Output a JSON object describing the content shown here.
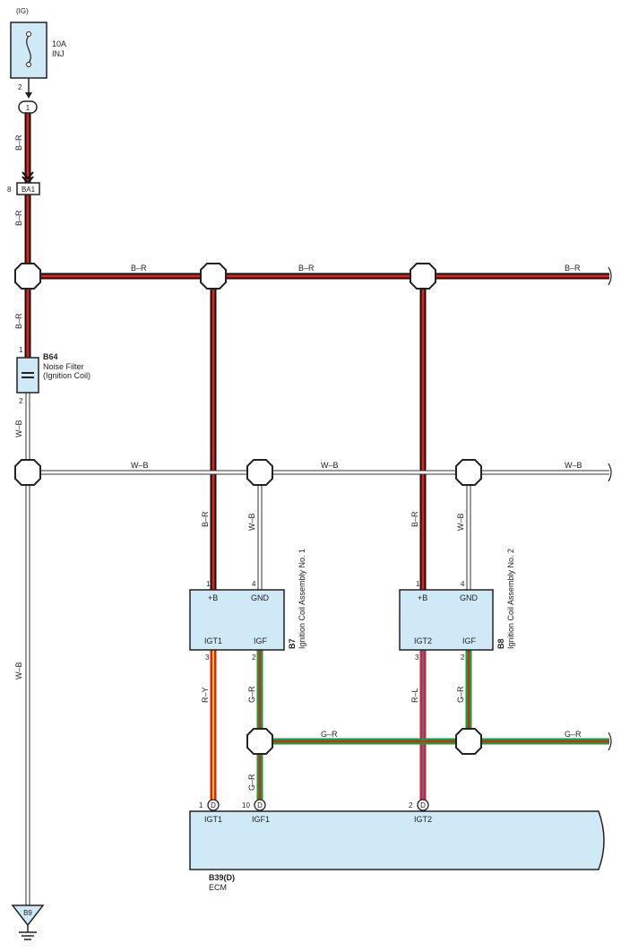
{
  "colors": {
    "box_fill": "#cfe9f7",
    "outline": "#222222",
    "black": "#111111",
    "red": "#e0201b",
    "white": "#ffffff",
    "yellow": "#f5d400",
    "green": "#1a9a3a",
    "blue": "#3a6fd8"
  },
  "source": {
    "label": "(IG)"
  },
  "fuse": {
    "rating": "10A",
    "name": "INJ",
    "pin": "2"
  },
  "connector_1": {
    "label": "1"
  },
  "ba1": {
    "pin": "8",
    "label": "BA1"
  },
  "noise_filter": {
    "code": "B64",
    "name": "Noise Filter",
    "subname": "(Ignition Coil)",
    "pin_top": "1",
    "pin_bottom": "2"
  },
  "wires": {
    "br": "B–R",
    "wb": "W–B",
    "ry": "R–Y",
    "gr": "G–R",
    "rl": "R–L"
  },
  "coil1": {
    "code": "B7",
    "name": "Ignition Coil Assembly No. 1",
    "pin_plus_b": "1",
    "pin_gnd": "4",
    "pin_igt": "3",
    "pin_igf": "2",
    "term_plus_b": "+B",
    "term_gnd": "GND",
    "term_igt": "IGT1",
    "term_igf": "IGF"
  },
  "coil2": {
    "code": "B8",
    "name": "Ignition Coil Assembly No. 2",
    "pin_plus_b": "1",
    "pin_gnd": "4",
    "pin_igt": "3",
    "pin_igf": "2",
    "term_plus_b": "+B",
    "term_gnd": "GND",
    "term_igt": "IGT2",
    "term_igf": "IGF"
  },
  "ecm": {
    "code": "B39(D)",
    "name": "ECM",
    "connector_letter": "D",
    "igt1_pin": "1",
    "igt1_label": "IGT1",
    "igf1_pin": "10",
    "igf1_label": "IGF1",
    "igt2_pin": "2",
    "igt2_label": "IGT2"
  },
  "ground": {
    "label": "B9"
  }
}
